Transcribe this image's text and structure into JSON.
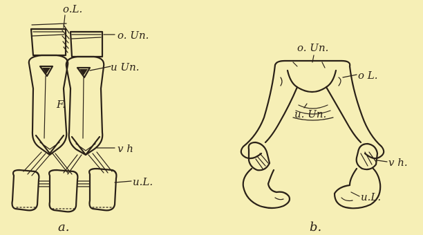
{
  "figure_a": {
    "caption": "a.",
    "labels": {
      "o_L": "o.L.",
      "o_Un": "o. Un.",
      "u_Un": "u Un.",
      "F": "F.",
      "v_h": "v h",
      "u_L": "u.L."
    }
  },
  "figure_b": {
    "caption": "b.",
    "labels": {
      "o_Un": "o. Un.",
      "o_L": "o L.",
      "u_Un": "u. Un.",
      "v_h": "v h.",
      "u_L": "u.L."
    }
  },
  "colors": {
    "paper": "#f6efb6",
    "ink": "#2a2118"
  }
}
